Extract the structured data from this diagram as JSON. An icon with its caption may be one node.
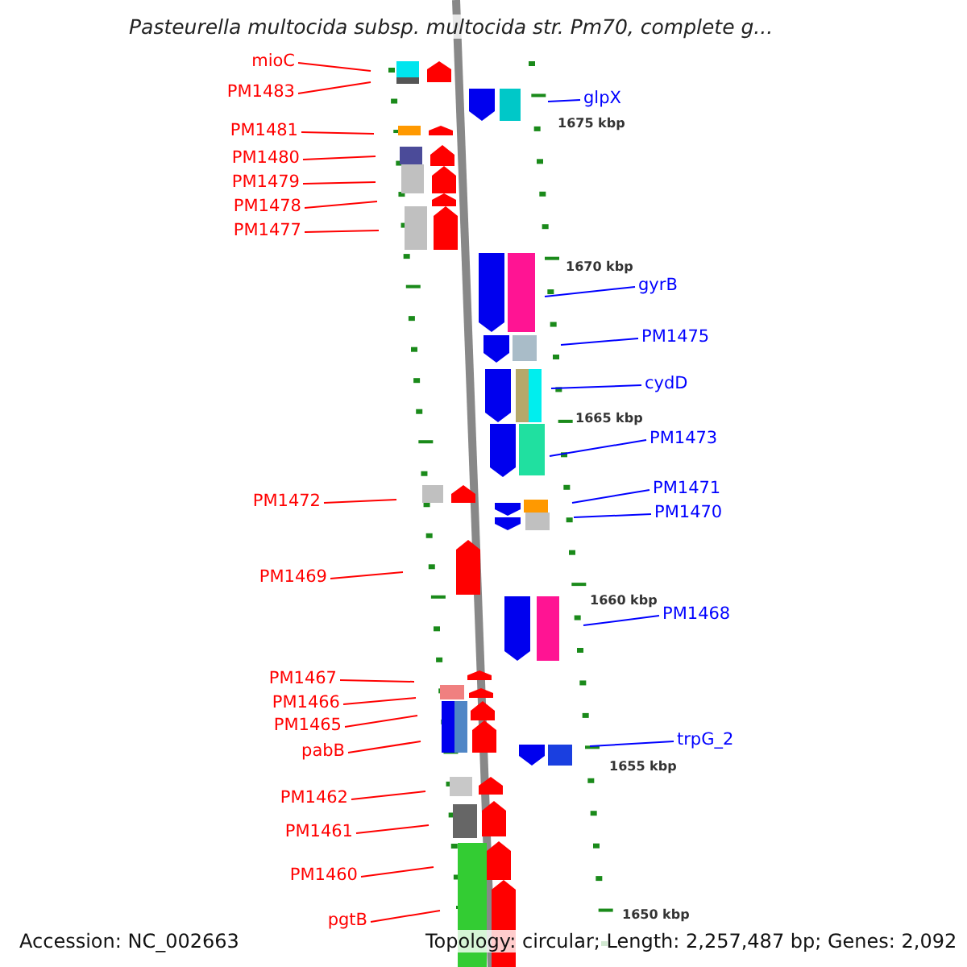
{
  "diagram": {
    "title": "Pasteurella multocida subsp. multocida str. Pm70, complete g...",
    "nodes": [
      {
        "text": [
          "mioC"
        ]
      },
      {
        "text": [
          "PM1483"
        ]
      },
      {
        "text": [
          "glpX"
        ]
      },
      {
        "text": [
          "PM1481"
        ]
      },
      {
        "text": [
          "PM1480"
        ]
      },
      {
        "text": [
          "PM1479"
        ]
      },
      {
        "text": [
          "PM1478"
        ]
      },
      {
        "text": [
          "PM1477"
        ]
      },
      {
        "text": [
          "gyrB"
        ]
      },
      {
        "text": [
          "PM1475"
        ]
      },
      {
        "text": [
          "cydD"
        ]
      },
      {
        "text": [
          "PM1473"
        ]
      },
      {
        "text": [
          "PM1471"
        ]
      },
      {
        "text": [
          "PM1472"
        ]
      },
      {
        "text": [
          "PM1470"
        ]
      },
      {
        "text": [
          "PM1469"
        ]
      },
      {
        "text": [
          "PM1468"
        ]
      },
      {
        "text": [
          "PM1467"
        ]
      },
      {
        "text": [
          "PM1466"
        ]
      },
      {
        "text": [
          "PM1465"
        ]
      },
      {
        "text": [
          "trpG_2"
        ]
      },
      {
        "text": [
          "pabB"
        ]
      },
      {
        "text": [
          "PM1462"
        ]
      },
      {
        "text": [
          "PM1461"
        ]
      },
      {
        "text": [
          "PM1460"
        ]
      },
      {
        "text": [
          "pgtB"
        ]
      }
    ],
    "edges": [
      {
        "from": 0,
        "to": null,
        "arrow": "none"
      },
      {
        "from": 1,
        "to": null,
        "arrow": "none"
      },
      {
        "from": 2,
        "to": null,
        "arrow": "none",
        "color": "#0000ff"
      },
      {
        "from": 3,
        "to": null,
        "arrow": "none"
      },
      {
        "from": 4,
        "to": null,
        "arrow": "none"
      },
      {
        "from": 5,
        "to": null,
        "arrow": "none"
      },
      {
        "from": 6,
        "to": null,
        "arrow": "none"
      },
      {
        "from": 7,
        "to": null,
        "arrow": "none"
      },
      {
        "from": 8,
        "to": null,
        "arrow": "none",
        "color": "#0000ff"
      },
      {
        "from": 9,
        "to": null,
        "arrow": "none",
        "color": "#0000ff"
      },
      {
        "from": 10,
        "to": null,
        "arrow": "none",
        "color": "#0000ff"
      },
      {
        "from": 11,
        "to": null,
        "arrow": "none",
        "color": "#0000ff"
      },
      {
        "from": 12,
        "to": null,
        "arrow": "none",
        "color": "#0000ff"
      },
      {
        "from": 13,
        "to": null,
        "arrow": "none"
      },
      {
        "from": 14,
        "to": null,
        "arrow": "none",
        "color": "#0000ff"
      },
      {
        "from": 15,
        "to": null,
        "arrow": "none"
      },
      {
        "from": 16,
        "to": null,
        "arrow": "none",
        "color": "#0000ff"
      },
      {
        "from": 17,
        "to": null,
        "arrow": "none"
      },
      {
        "from": 18,
        "to": null,
        "arrow": "none"
      },
      {
        "from": 19,
        "to": null,
        "arrow": "none"
      },
      {
        "from": 20,
        "to": null,
        "arrow": "none",
        "color": "#0000ff"
      },
      {
        "from": 21,
        "to": null,
        "arrow": "none"
      },
      {
        "from": 22,
        "to": null,
        "arrow": "none"
      },
      {
        "from": 23,
        "to": null,
        "arrow": "none"
      },
      {
        "from": 24,
        "to": null,
        "arrow": "none"
      },
      {
        "from": 25,
        "to": null,
        "arrow": "none"
      }
    ],
    "labels": [
      "1675 kbp",
      "1670 kbp",
      "1665 kbp",
      "1660 kbp",
      "1655 kbp",
      "1650 kbp",
      "Accession: NC_002663",
      "Topology: circular; Length: 2,257,487 bp; Genes: 2,092"
    ]
  }
}
